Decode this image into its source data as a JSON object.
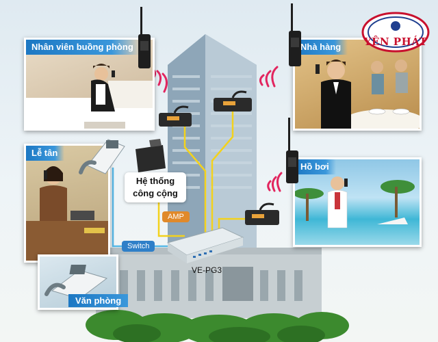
{
  "logo": {
    "text": "YÊN PHÁT",
    "icon": "yen-phat-logo"
  },
  "panels": {
    "housekeeping": {
      "label": "Nhân viên buồng phòng",
      "icon": "maid-scene"
    },
    "restaurant": {
      "label": "Nhà hàng",
      "icon": "waiter-scene"
    },
    "reception": {
      "label": "Lễ tân",
      "icon": "receptionist-scene"
    },
    "pool": {
      "label": "Hồ bơi",
      "icon": "pool-scene"
    },
    "office": {
      "label": "Văn phòng",
      "icon": "ip-phone"
    }
  },
  "devices": {
    "pa_system": {
      "line1": "Hệ thống",
      "line2": "công cộng",
      "icon": "speaker-icon"
    },
    "amp": {
      "label": "AMP",
      "color": "#e0892a"
    },
    "switch": {
      "label": "Switch",
      "color": "#2f7fc8"
    },
    "gateway": {
      "label": "VE-PG3",
      "icon": "gateway-icon"
    }
  },
  "colors": {
    "link_yellow": "#f3d21c",
    "link_blue": "#56b8e6",
    "signal": "#e2255f",
    "label_blue": "#1d78c3"
  }
}
